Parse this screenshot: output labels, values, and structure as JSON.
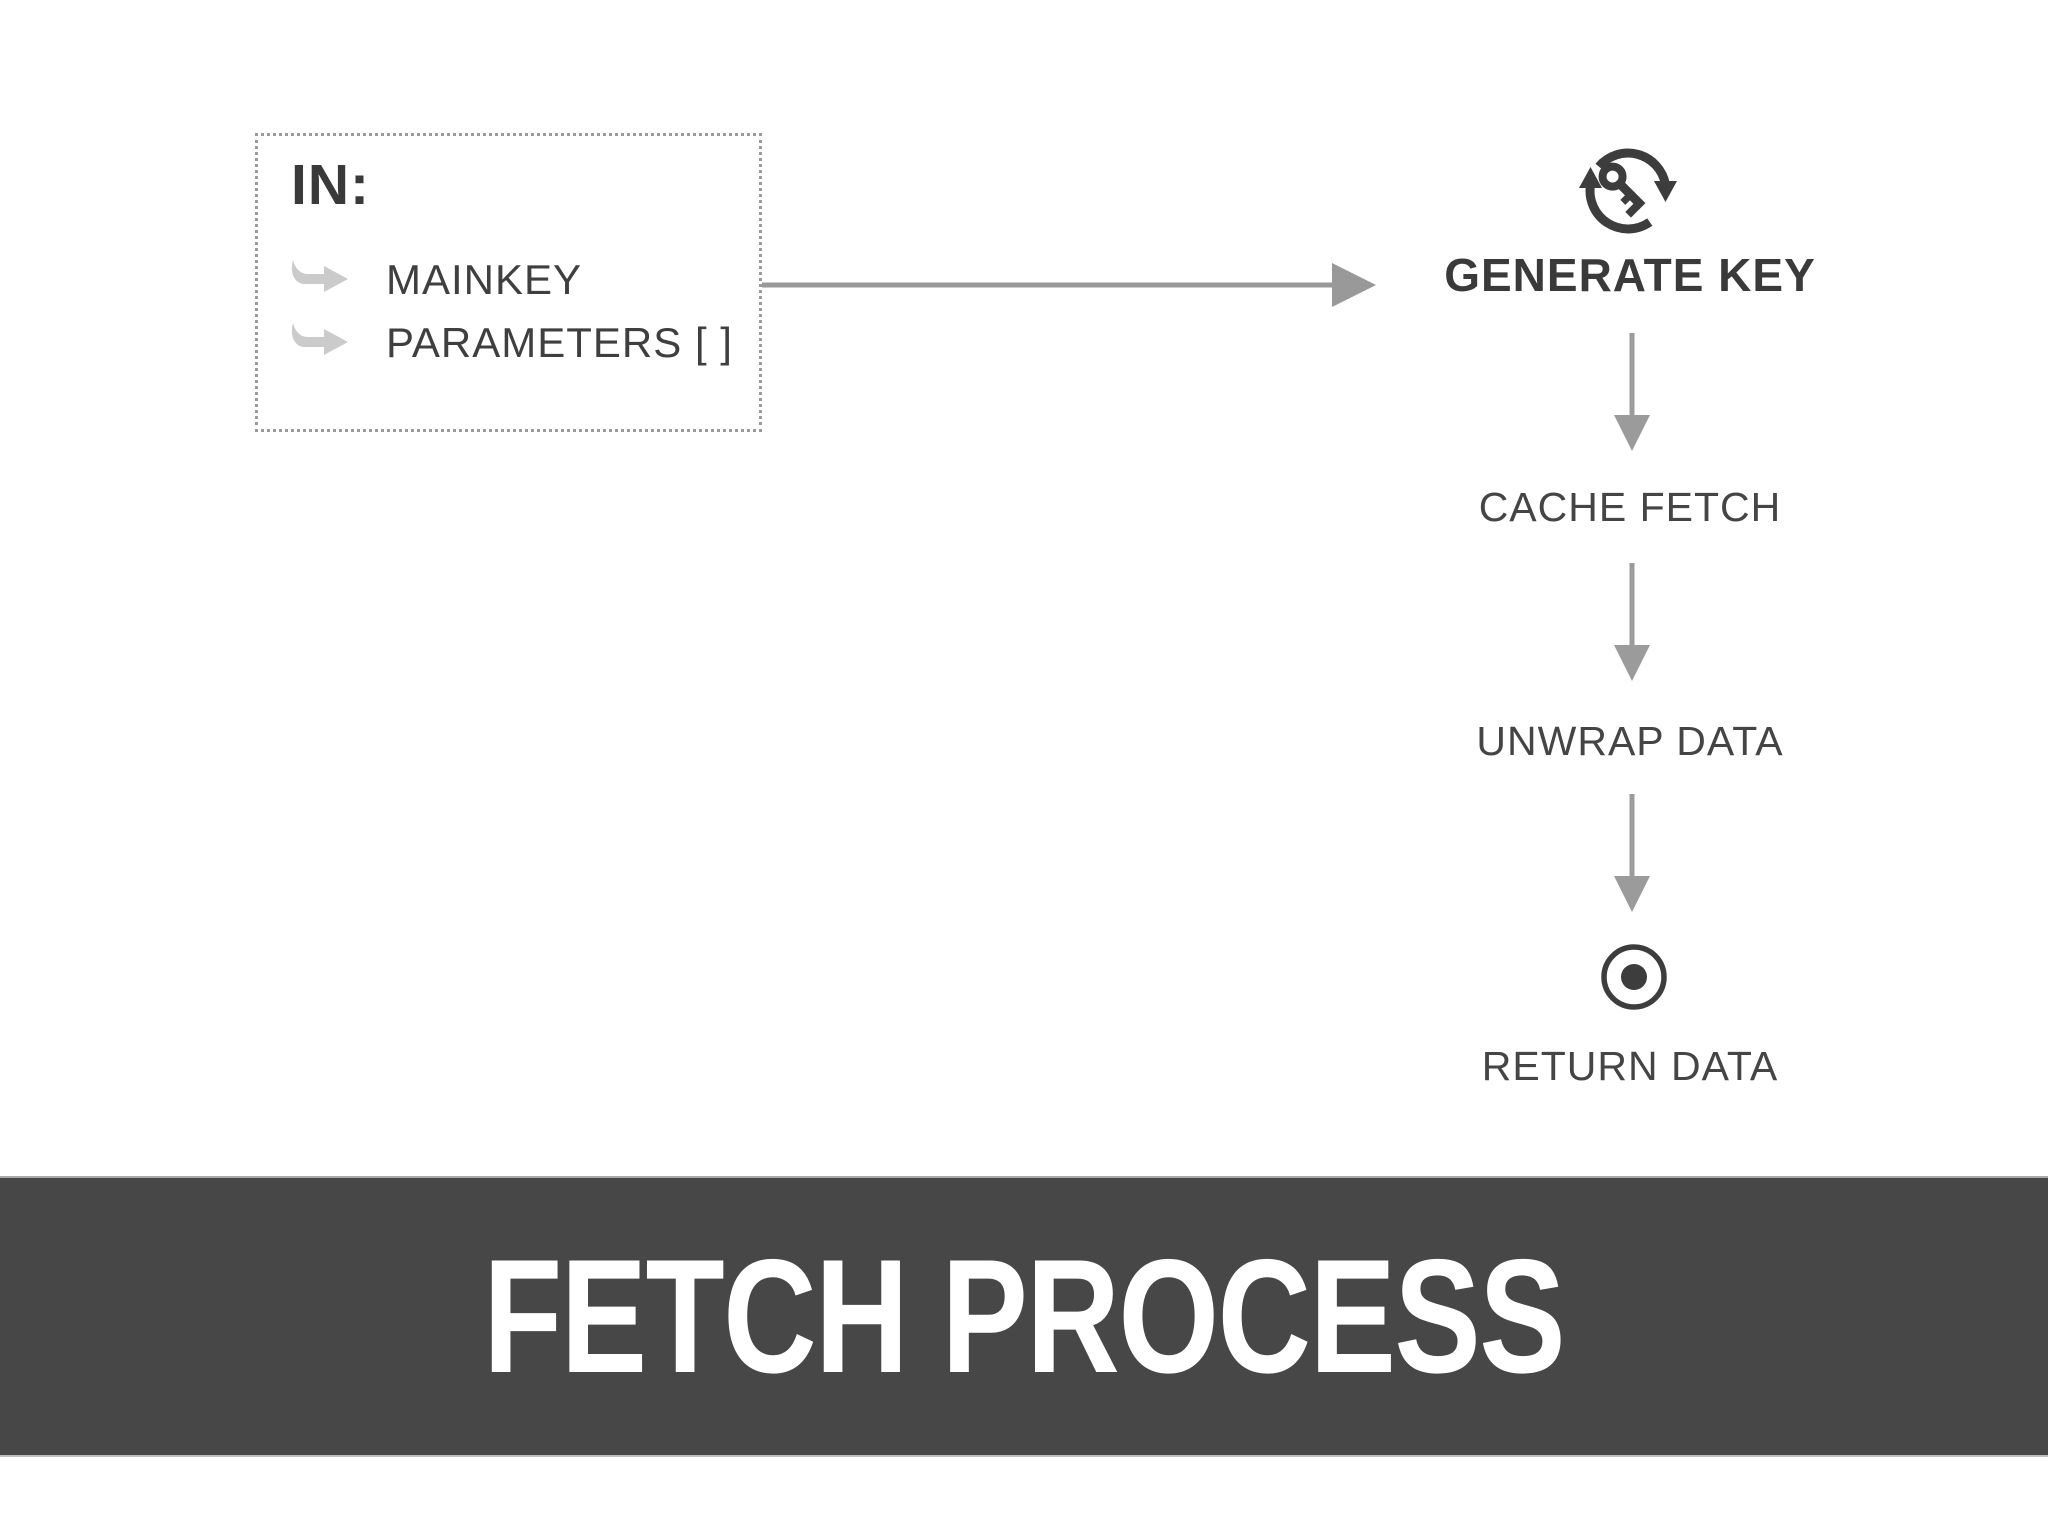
{
  "input_box": {
    "title": "IN:",
    "items": [
      {
        "label": "MAINKEY"
      },
      {
        "label": "PARAMETERS [ ]"
      }
    ]
  },
  "flow": {
    "nodes": [
      {
        "id": "generate-key",
        "label": "GENERATE KEY",
        "icon": "key-rotation-icon"
      },
      {
        "id": "cache-fetch",
        "label": "CACHE FETCH",
        "icon": null
      },
      {
        "id": "unwrap-data",
        "label": "UNWRAP DATA",
        "icon": null
      },
      {
        "id": "return-data",
        "label": "RETURN DATA",
        "icon": "record-icon"
      }
    ]
  },
  "footer": {
    "title": "FETCH PROCESS"
  },
  "colors": {
    "footer_bg": "#474747",
    "flow_arrow": "#999999",
    "dark_text": "#3d3d3d",
    "bullet_arrow": "#cbcbcb",
    "dotted_border": "#9a9a9a"
  }
}
